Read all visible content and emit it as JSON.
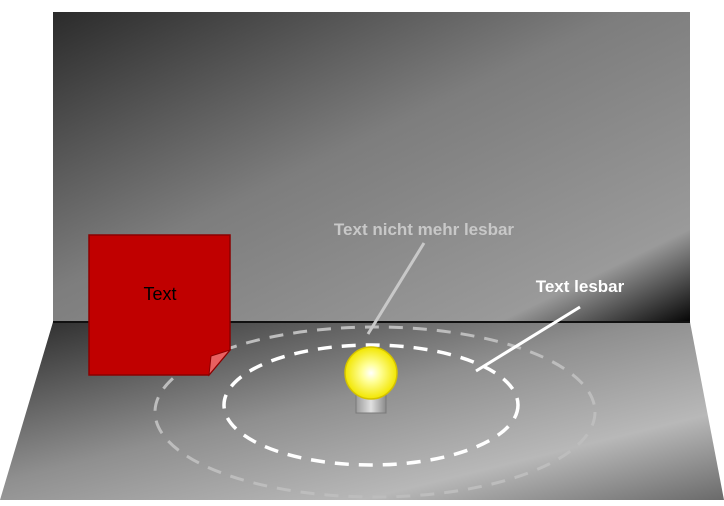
{
  "note": {
    "text": "Text",
    "color": "#c00000",
    "border": "#8b0000",
    "fold_color": "#e86060"
  },
  "labels": {
    "unreadable": "Text nicht mehr lesbar",
    "readable": "Text lesbar"
  },
  "colors": {
    "wall_dark": "#3a3a3a",
    "wall_mid": "#8a8a8a",
    "floor_dark": "#2e2e2e",
    "floor_light": "#b5b5b5",
    "bulb_glow": "#ffff66",
    "bulb_base": "#c8c8c8",
    "inner_ring": "#ffffff",
    "outer_ring": "#bdbdbd",
    "unreadable_label": "#c8c8c8",
    "readable_label": "#ffffff"
  }
}
